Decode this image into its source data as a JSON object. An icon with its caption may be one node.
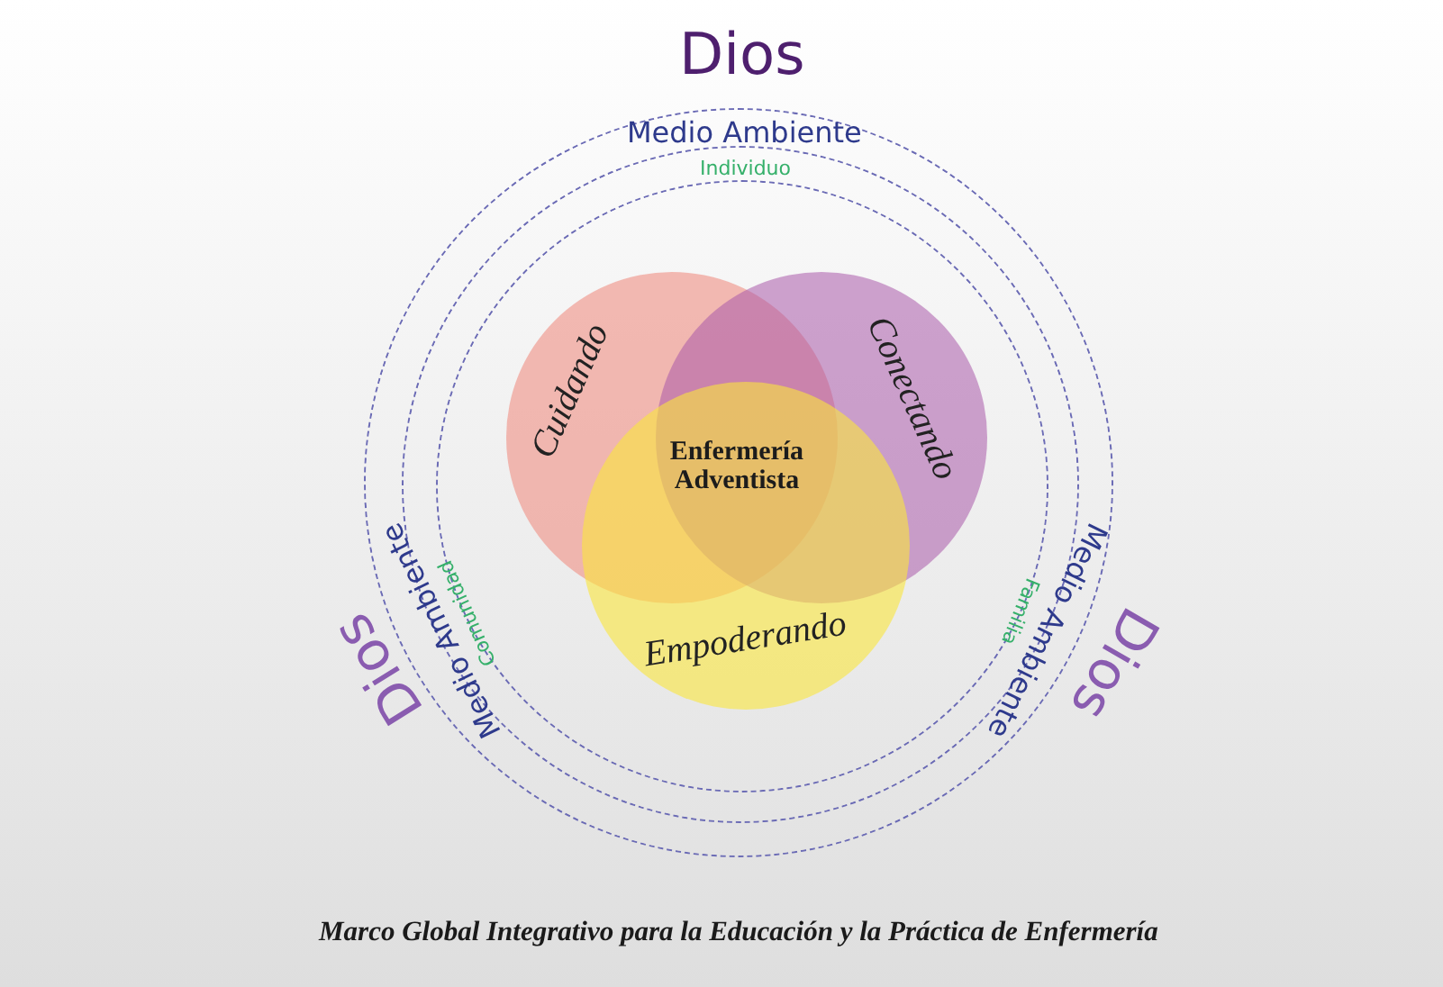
{
  "diagram": {
    "caption": "Marco Global Integrativo para la Educación y la Práctica de Enfermería",
    "nodes": [
      {
        "text": [
          "Medio Ambiente"
        ]
      },
      {
        "text": [
          "Individuo"
        ],
        "in": 0
      },
      {
        "text": [],
        "shape": "circle",
        "in": 1
      },
      {
        "text": [
          "Cuidando"
        ],
        "in": 2
      },
      {
        "text": [
          "Conectando"
        ],
        "in": 2
      },
      {
        "text": [
          "Empoderando"
        ],
        "in": 2
      }
    ],
    "labels": [
      "Dios",
      "Enfermería Adventista",
      "Dios",
      "Medio Ambiente",
      "Comunidad",
      "Familia",
      "Medio Ambiente",
      "Dios"
    ]
  }
}
